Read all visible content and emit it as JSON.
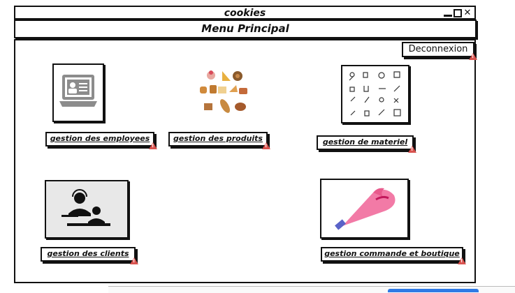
{
  "window": {
    "title": "cookies"
  },
  "header": {
    "title": "Menu Principal"
  },
  "actions": {
    "logout_label": "Deconnexion"
  },
  "modules": [
    {
      "label": "gestion des employees",
      "icon": "employee-laptop-icon"
    },
    {
      "label": "gestion des produits",
      "icon": "pastries-icon"
    },
    {
      "label": "gestion de materiel",
      "icon": "kitchen-tools-icon"
    },
    {
      "label": "gestion des clients",
      "icon": "customer-service-icon"
    },
    {
      "label": "gestion commande et boutique",
      "icon": "piping-bag-icon"
    }
  ],
  "colors": {
    "warning": "#d9534f",
    "border": "#111111",
    "accent_blue": "#2f7ae5",
    "piping_bag": "#f27aa6"
  }
}
